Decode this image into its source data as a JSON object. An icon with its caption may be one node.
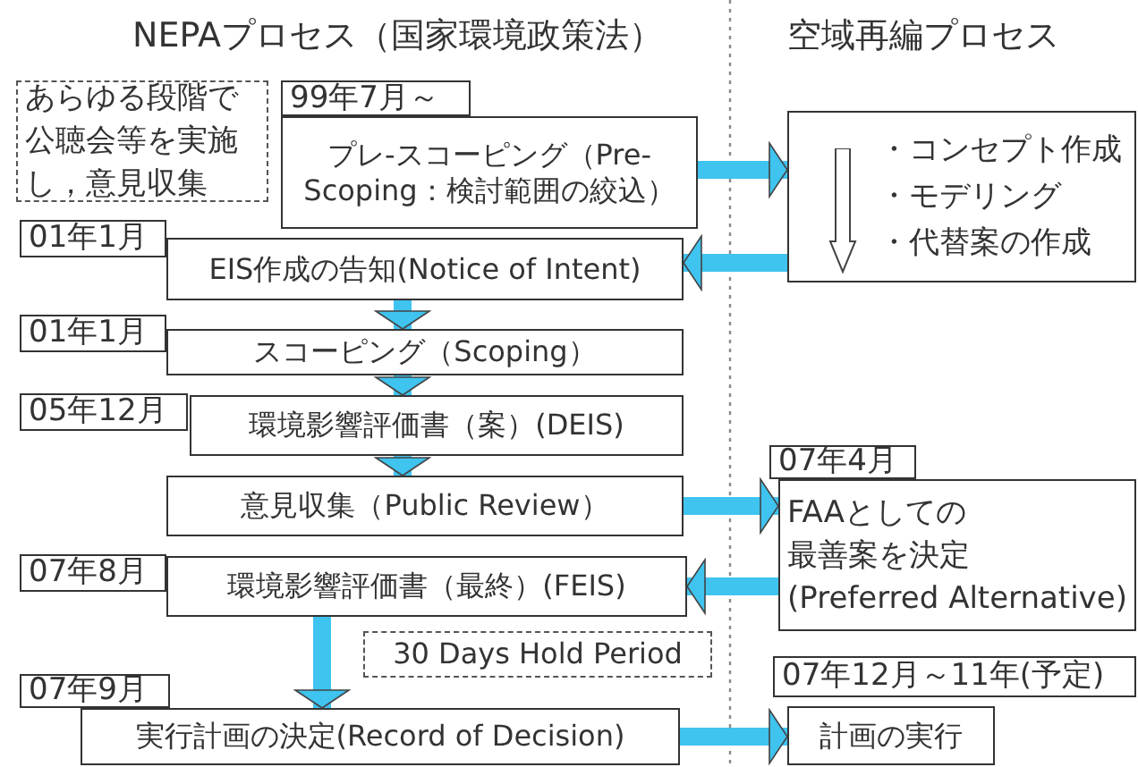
{
  "diagram": {
    "nodes": [
      {
        "text": [
          "あらゆる段階で公聴会等を実施し，意見収集"
        ]
      },
      {
        "text": [
          "99年7月～"
        ]
      },
      {
        "text": [
          "プレ-スコーピング（Pre-Scoping：検討範囲の絞込）"
        ]
      },
      {
        "text": [
          "・コンセプト作成",
          "・モデリング",
          "・代替案の作成"
        ]
      },
      {
        "text": [
          "01年1月"
        ]
      },
      {
        "text": [
          "EIS作成の告知(Notice of Intent)"
        ]
      },
      {
        "text": [
          "01年1月"
        ]
      },
      {
        "text": [
          "スコーピング（Scoping）"
        ]
      },
      {
        "text": [
          "05年12月"
        ]
      },
      {
        "text": [
          "環境影響評価書（案）(DEIS)"
        ]
      },
      {
        "text": [
          "意見収集（Public Review）"
        ]
      },
      {
        "text": [
          "07年4月"
        ]
      },
      {
        "text": [
          "FAAとしての最善案を決定",
          "(Preferred Alternative)"
        ]
      },
      {
        "text": [
          "07年8月"
        ]
      },
      {
        "text": [
          "環境影響評価書（最終）(FEIS)"
        ]
      },
      {
        "text": [
          "30 Days Hold Period"
        ]
      },
      {
        "text": [
          "07年9月"
        ]
      },
      {
        "text": [
          "07年12月～11年(予定)"
        ]
      },
      {
        "text": [
          "実行計画の決定(Record of Decision)"
        ]
      },
      {
        "text": [
          "計画の実行"
        ]
      }
    ],
    "edges": [
      {
        "from": 2,
        "to": 3,
        "arrow": "to"
      },
      {
        "from": 3,
        "to": 5,
        "arrow": "to"
      },
      {
        "from": 5,
        "to": 7,
        "arrow": "to"
      },
      {
        "from": 7,
        "to": 9,
        "arrow": "to"
      },
      {
        "from": 9,
        "to": 10,
        "arrow": "to"
      },
      {
        "from": 10,
        "to": 12,
        "arrow": "to"
      },
      {
        "from": 12,
        "to": 14,
        "arrow": "to"
      },
      {
        "from": 14,
        "to": 18,
        "arrow": "to"
      },
      {
        "from": 18,
        "to": 19,
        "arrow": "to"
      }
    ],
    "labels": [
      "NEPAプロセス（国家環境政策法）",
      "空域再編プロセス"
    ]
  }
}
